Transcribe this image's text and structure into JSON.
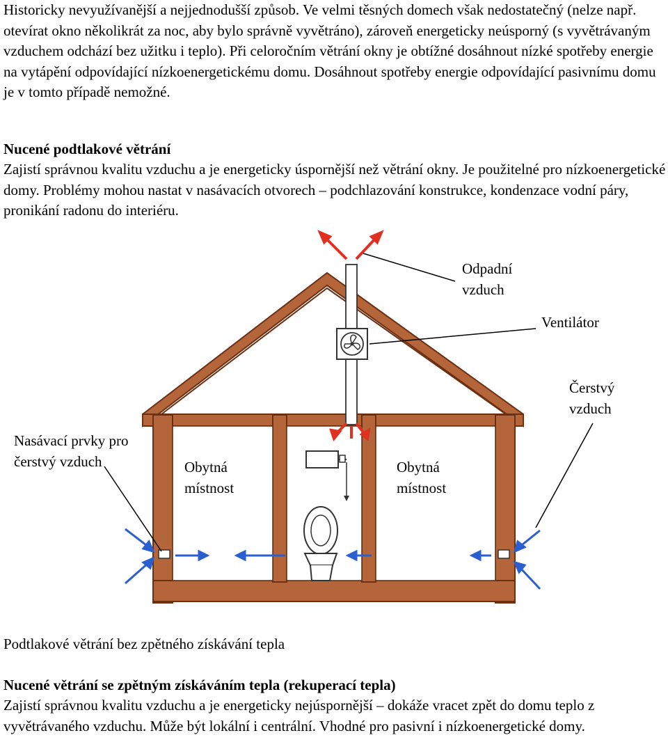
{
  "intro_paragraph": "Historicky nevyužívanější a nejjednodušší způsob. Ve velmi těsných domech však nedostatečný (nelze např. otevírat okno několikrát za noc, aby bylo správně vyvětráno), zároveň energeticky neúsporný (s vyvětrávaným vzduchem odchází bez užitku i teplo). Při celoročním větrání okny je obtížné dosáhnout nízké spotřeby energie na vytápění odpovídající nízkoenergetickému domu. Dosáhnout spotřeby energie odpovídající pasivnímu domu je v tomto případě nemožné.",
  "section1": {
    "heading": "Nucené podtlakové větrání",
    "body": "Zajistí správnou kvalitu vzduchu a je energeticky úspornější než větrání okny. Je použitelné pro nízkoenergetické domy. Problémy mohou nastat v nasávacích otvorech – podchlazování konstrukce, kondenzace vodní páry, pronikání radonu do interiéru."
  },
  "diagram": {
    "labels": {
      "exhaust_air": "Odpadní vzduch",
      "fan": "Ventilátor",
      "fresh_air": "Čerstvý vzduch",
      "intake_elements": "Nasávací prvky pro čerstvý vzduch",
      "living_room_left": "Obytná místnost",
      "living_room_right": "Obytná místnost"
    },
    "colors": {
      "wall": "#b5653a",
      "wall_outline": "#6b2f12",
      "exhaust_arrow": "#e03020",
      "intake_arrow": "#2a5fd0"
    },
    "caption": "Podtlakové větrání bez zpětného získávání tepla"
  },
  "section2": {
    "heading": "Nucené větrání se zpětným získáváním tepla (rekuperací tepla)",
    "body": "Zajistí správnou kvalitu vzduchu a je energeticky nejúspornější – dokáže vracet zpět do domu teplo z vyvětrávaného vzduchu. Může být lokální i centrální. Vhodné pro pasivní i nízkoenergetické domy."
  }
}
